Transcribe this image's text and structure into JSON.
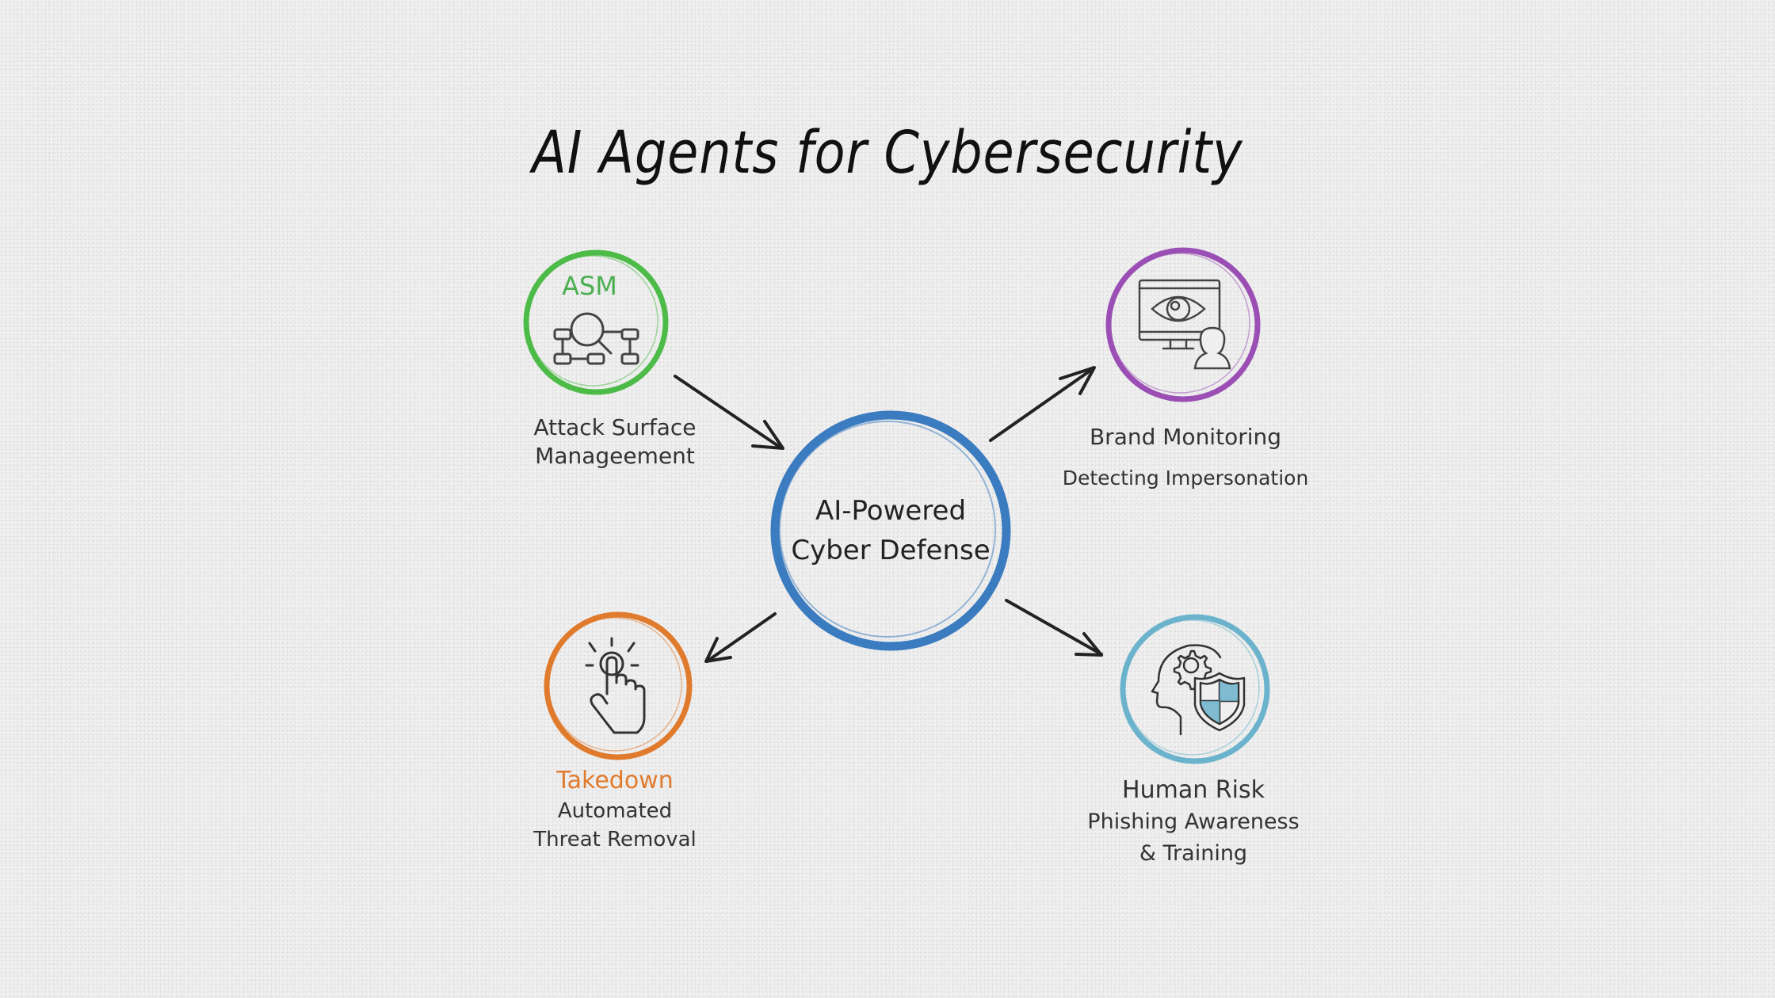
{
  "title": "AI Agents for Cybersecurity",
  "center": {
    "line1": "AI-Powered",
    "line2": "Cyber Defense",
    "color": "#3b7bbf"
  },
  "nodes": [
    {
      "id": "asm",
      "badge": "ASM",
      "icon": "magnifier-network-icon",
      "label_line1": "Attack Surface",
      "label_line2": "Manageement",
      "color": "#4cbb47"
    },
    {
      "id": "brand",
      "icon": "monitor-eye-user-icon",
      "label_line1": "Brand Monitoring",
      "label_line2": "Detecting Impersonation",
      "color": "#9b4fb5"
    },
    {
      "id": "takedown",
      "icon": "hand-pointer-tap-icon",
      "label_title": "Takedown",
      "label_line1": "Automated",
      "label_line2": "Threat Removal",
      "color": "#e07b2e"
    },
    {
      "id": "human",
      "icon": "head-gear-shield-icon",
      "label_title": "Human Risk",
      "label_line1": "Phishing Awareness",
      "label_line2": "& Training",
      "color": "#6bb3cc"
    }
  ]
}
